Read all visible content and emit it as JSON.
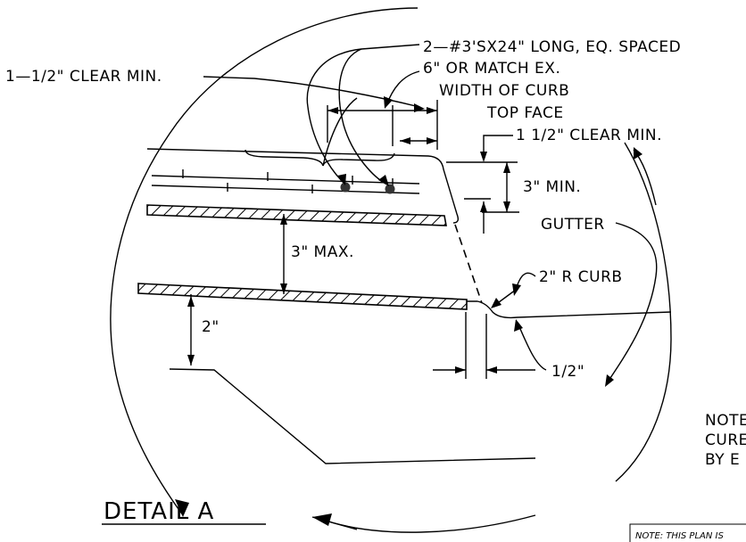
{
  "detail_title": "DETAIL A",
  "labels": {
    "bars": "2—#3'SX24\" LONG, EQ. SPACED",
    "clear_min_left": "1—1/2\" CLEAR MIN.",
    "match_ex": "6\" OR MATCH EX.",
    "width_of_curb": "WIDTH OF CURB",
    "top_face": "TOP FACE",
    "clear_min_right": "1 1/2\" CLEAR MIN.",
    "three_min": "3\" MIN.",
    "gutter": "GUTTER",
    "three_max": "3\" MAX.",
    "two_r_curb": "2\" R CURB",
    "two_in": "2\"",
    "half_in": "1/2\""
  },
  "note": {
    "line1": "NOTE",
    "line2": "CURE",
    "line3": "BY E",
    "footer": "NOTE: THIS PLAN IS"
  }
}
